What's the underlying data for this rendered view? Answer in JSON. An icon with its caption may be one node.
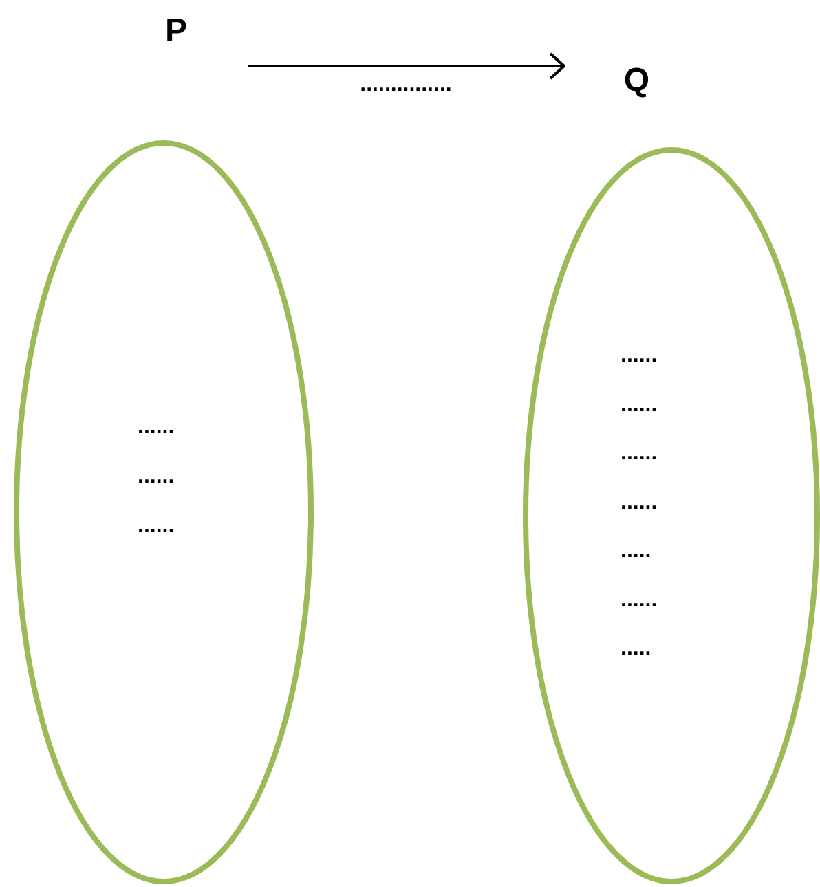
{
  "diagram": {
    "nodes": [
      {
        "text": [
          "P"
        ]
      },
      {
        "text": [
          "Q"
        ]
      },
      {
        "text": [
          "......",
          "......",
          "......"
        ]
      },
      {
        "text": [
          "......",
          "......",
          "......",
          "......",
          ".....",
          "......",
          "....."
        ]
      }
    ],
    "edges": [
      {
        "from": 0,
        "to": 1,
        "arrow": "to",
        "label": "..............."
      }
    ]
  }
}
